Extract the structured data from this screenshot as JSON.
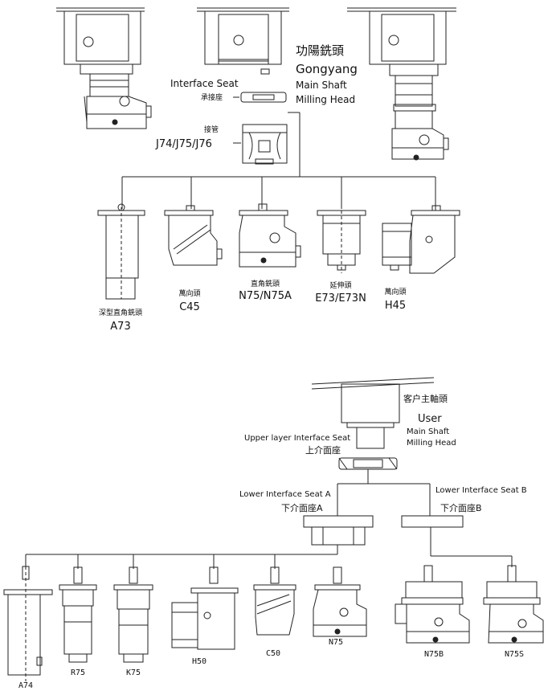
{
  "top": {
    "gongyang_cn": "功陽銑頭",
    "gongyang_en_1": "Gongyang",
    "gongyang_en_2": "Main Shaft",
    "gongyang_en_3": "Milling Head",
    "interface_seat_en": "Interface Seat",
    "interface_seat_cn": "承接座",
    "adapter_cn": "接管",
    "adapter_models": "J74/J75/J76",
    "heads": [
      {
        "cn": "深型直角銑頭",
        "model": "A73"
      },
      {
        "cn": "萬向頭",
        "model": "C45"
      },
      {
        "cn": "直角銑頭",
        "model": "N75/N75A"
      },
      {
        "cn": "延伸頭",
        "model": "E73/E73N"
      },
      {
        "cn": "萬向頭",
        "model": "H45"
      }
    ]
  },
  "bottom": {
    "user_cn": "客户主軸頭",
    "user_en_1": "User",
    "user_en_2": "Main Shaft",
    "user_en_3": "Milling Head",
    "upper_seat_en": "Upper layer Interface Seat",
    "upper_seat_cn": "上介面座",
    "lower_a_en": "Lower Interface Seat A",
    "lower_a_cn": "下介面座A",
    "lower_b_en": "Lower Interface Seat B",
    "lower_b_cn": "下介面座B",
    "heads": [
      "A74",
      "R75",
      "K75",
      "H50",
      "C50",
      "N75",
      "N75B",
      "N75S"
    ]
  }
}
